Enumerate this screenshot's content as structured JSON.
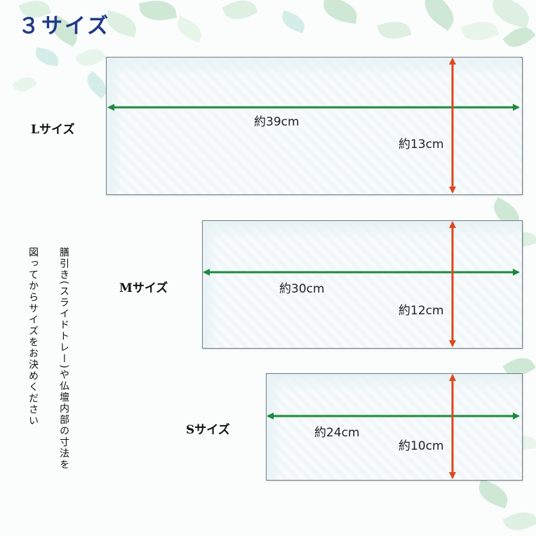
{
  "title": "３サイズ",
  "sizes": [
    {
      "label": "Lサイズ",
      "width": "約39cm",
      "depth": "約13cm"
    },
    {
      "label": "Mサイズ",
      "width": "約30cm",
      "depth": "約12cm"
    },
    {
      "label": "Sサイズ",
      "width": "約24cm",
      "depth": "約10cm"
    }
  ],
  "notes": {
    "line1": "膳引き(スライドトレー)や仏壇内部の寸法を",
    "line2": "図ってからサイズをお決めください"
  },
  "colors": {
    "title": "#1f3a86",
    "width_arrow": "#1e8a3e",
    "depth_arrow": "#e0471a",
    "leaf": "#a9d7b4"
  }
}
